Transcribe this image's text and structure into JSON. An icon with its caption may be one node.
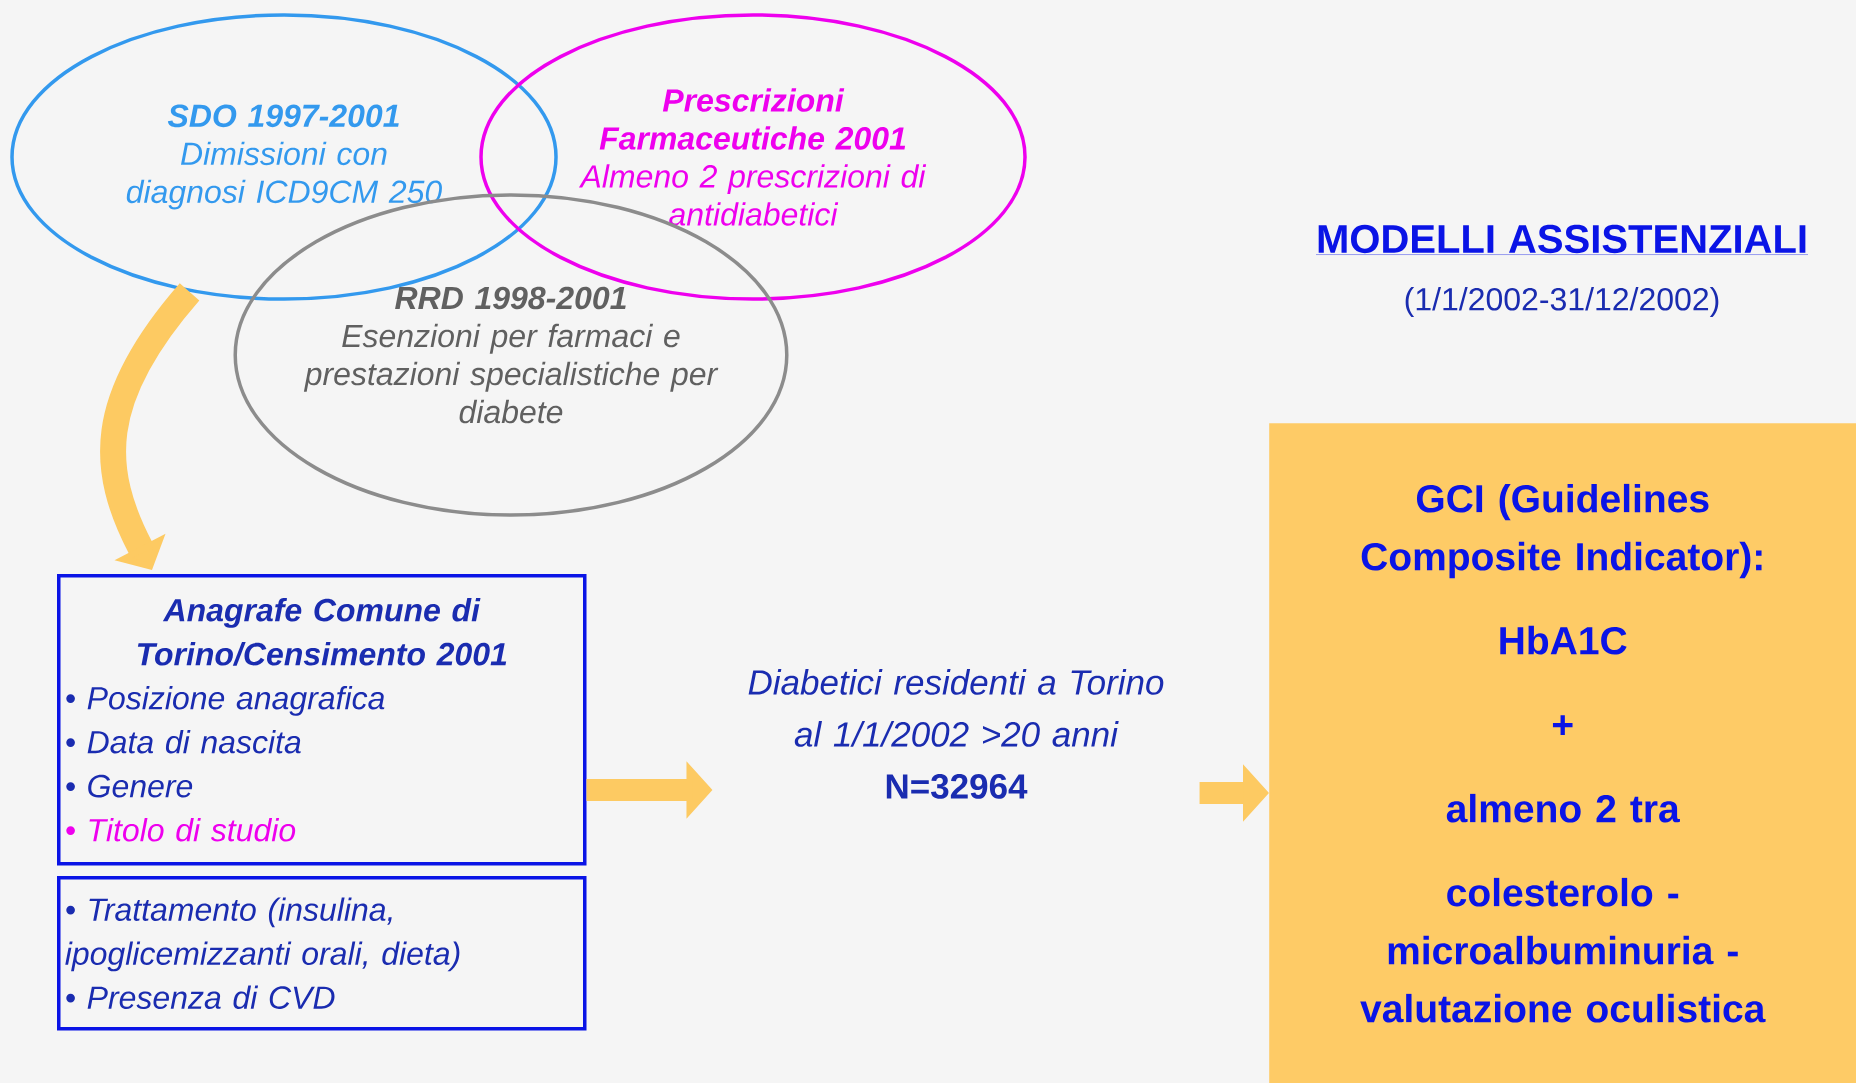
{
  "diagram": {
    "title": "MODELLI ASSISTENZIALI",
    "nodes": [
      {
        "text": [
          "SDO 1997-2001",
          "Dimissioni con diagnosi ICD9CM 250"
        ]
      },
      {
        "text": [
          "Prescrizioni Farmaceutiche 2001",
          "Almeno 2 prescrizioni di antidiabetici"
        ]
      },
      {
        "text": [
          "RRD 1998-2001",
          "Esenzioni per farmaci e prestazioni specialistiche per diabete"
        ]
      },
      {
        "text": [
          "Anagrafe Comune di Torino/Censimento 2001",
          "• Posizione anagrafica",
          "• Data di nascita",
          "• Genere",
          "• Titolo di studio"
        ]
      },
      {
        "text": [
          "• Trattamento (insulina, ipoglicemizzanti orali, dieta)",
          "• Presenza di CVD"
        ]
      },
      {
        "text": [
          "Diabetici residenti a Torino al 1/1/2002 >20 anni",
          "N=32964"
        ]
      },
      {
        "text": [
          "GCI (Guidelines Composite Indicator):",
          "HbA1C",
          "+",
          "almeno 2 tra",
          "colesterolo - microalbuminuria - valutazione oculistica"
        ]
      }
    ],
    "edges": [
      {
        "from": 0,
        "to": 3,
        "arrow": "to"
      },
      {
        "from": 3,
        "to": 5,
        "arrow": "to"
      },
      {
        "from": 5,
        "to": 6,
        "arrow": "to"
      }
    ],
    "labels": [
      "(1/1/2002-31/12/2002)"
    ]
  }
}
